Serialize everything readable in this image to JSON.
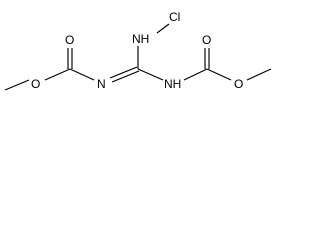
{
  "molecule": {
    "atoms": {
      "chlorine": "Cl",
      "imine_nitrogen_top": "NH",
      "imine_nitrogen_left": "N",
      "amine_nitrogen_right": "NH",
      "carbonyl_oxygen_left": "O",
      "ester_oxygen_left": "O",
      "carbonyl_oxygen_right": "O",
      "ester_oxygen_right": "O"
    },
    "colors": {
      "bond": "#000000",
      "label": "#000000",
      "background": "#ffffff"
    }
  }
}
